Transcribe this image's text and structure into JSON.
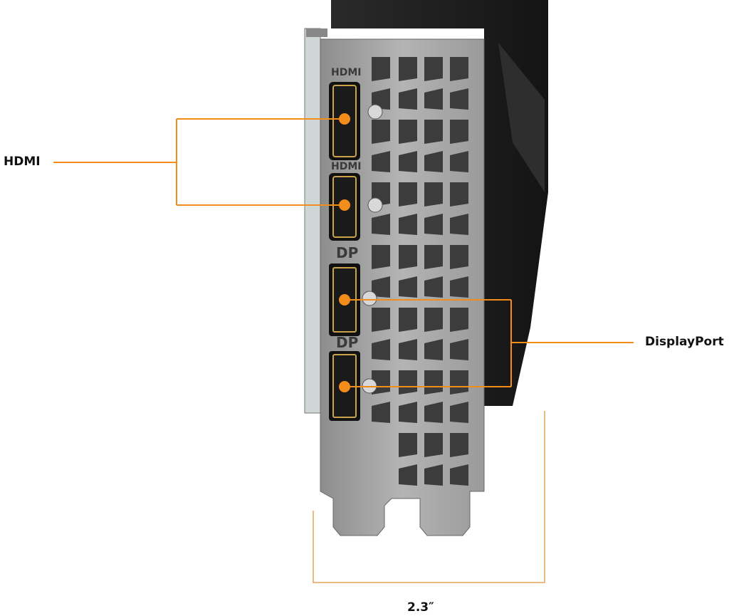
{
  "callouts": {
    "hdmi_label": "HDMI",
    "displayport_label": "DisplayPort",
    "width_dimension": "2.3″"
  },
  "bracket_markings": [
    "HDMI",
    "HDMI",
    "DP",
    "DP"
  ],
  "colors": {
    "accent": "#F28C1A",
    "bracket": "#9a9a9a",
    "heatsink": "#1c1c1c",
    "port_gold": "#c9a24a"
  }
}
